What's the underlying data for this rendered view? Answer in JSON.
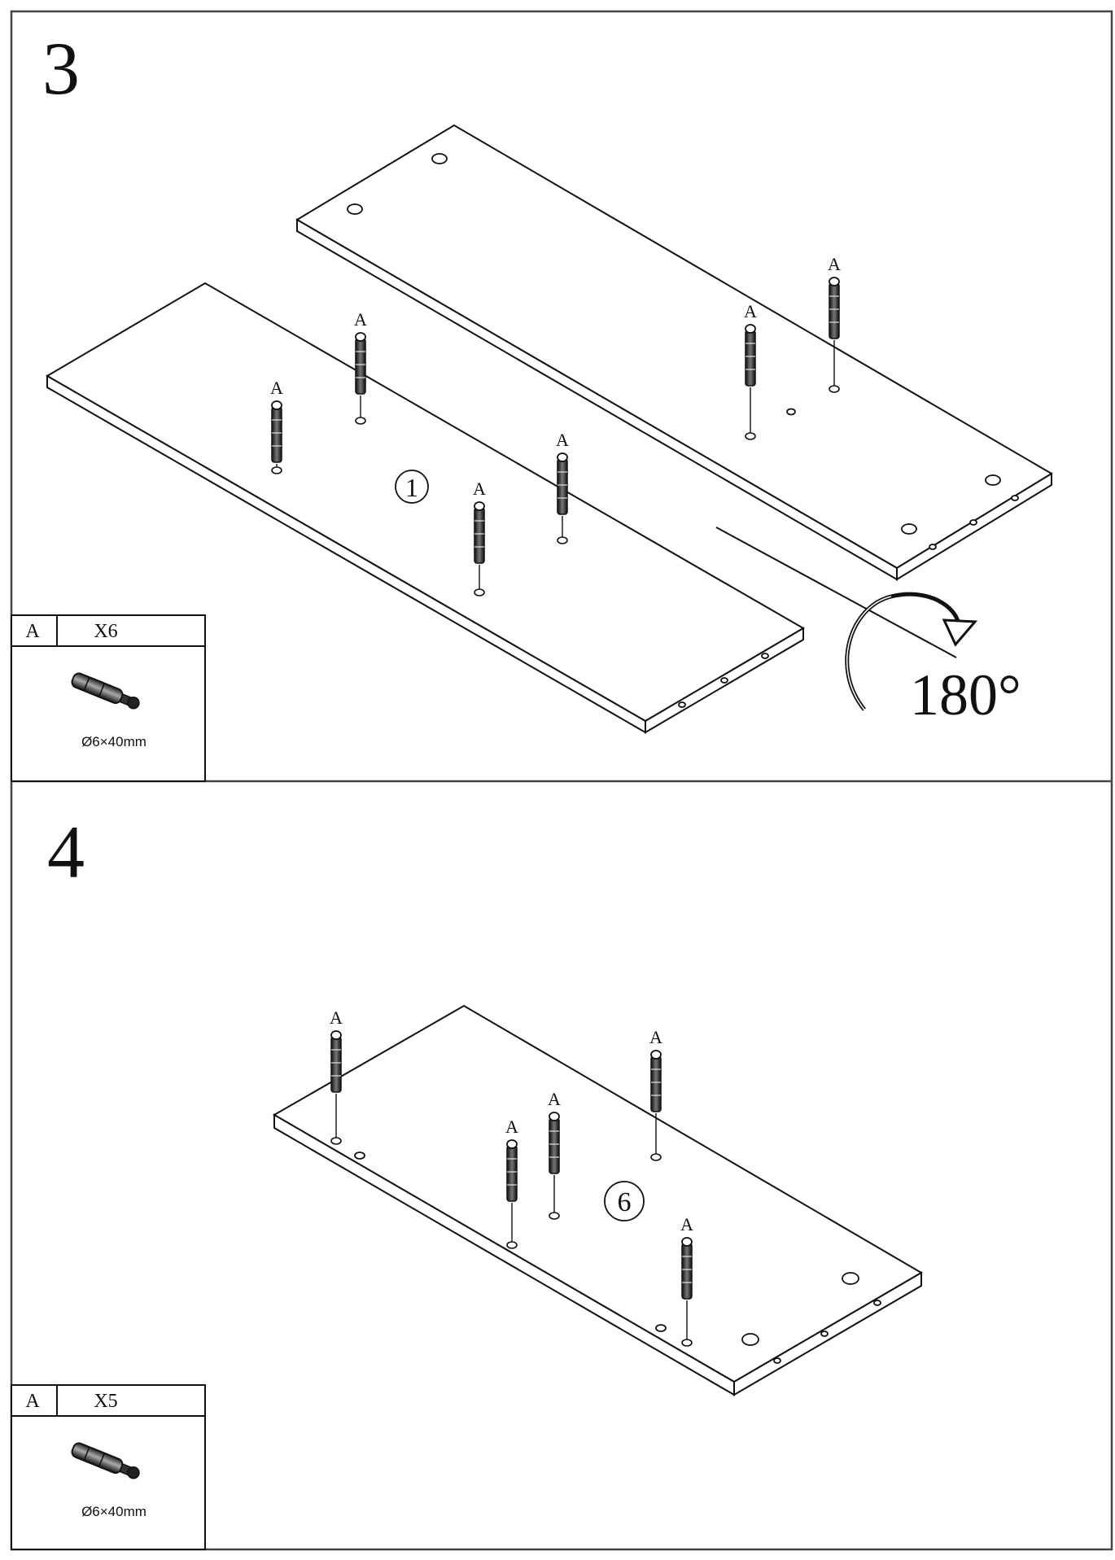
{
  "steps": [
    {
      "number": "3",
      "part_number": "1",
      "rotation_label": "180°",
      "dowel_label": "A",
      "legend": {
        "code": "A",
        "quantity": "X6",
        "size": "Ø6×40mm"
      }
    },
    {
      "number": "4",
      "part_number": "6",
      "dowel_label": "A",
      "legend": {
        "code": "A",
        "quantity": "X5",
        "size": "Ø6×40mm"
      }
    }
  ]
}
